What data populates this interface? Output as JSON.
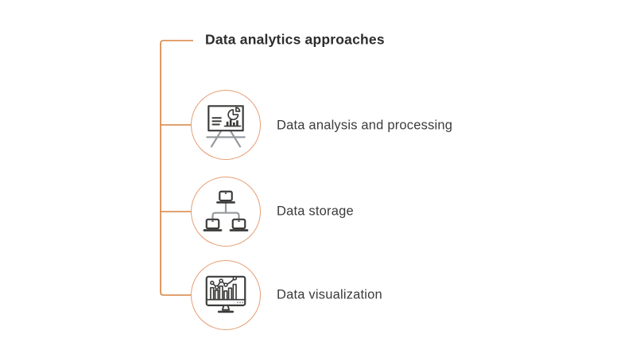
{
  "diagram": {
    "title": "Data analytics approaches",
    "items": [
      {
        "label": "Data analysis and processing",
        "icon": "presentation-board-chart-icon"
      },
      {
        "label": "Data storage",
        "icon": "laptop-network-icon"
      },
      {
        "label": "Data visualization",
        "icon": "monitor-analytics-icon"
      }
    ],
    "colors": {
      "background": "#ffffff",
      "connector_line": "#d8823f",
      "circle_border": "#e79d74",
      "icon_primary": "#3b3b3a",
      "icon_secondary": "#95989b",
      "title_text": "#2d2d2d",
      "label_text": "#3b3b3b"
    }
  }
}
